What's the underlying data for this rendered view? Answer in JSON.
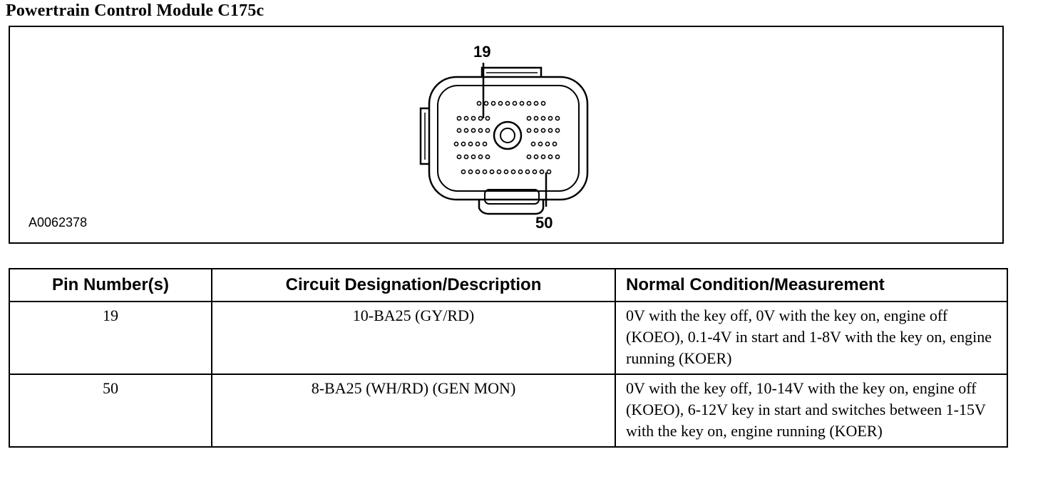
{
  "title": "Powertrain Control Module C175c",
  "diagram": {
    "figure_id": "A0062378",
    "callout_top": "19",
    "callout_bottom": "50"
  },
  "table": {
    "headers": [
      "Pin Number(s)",
      "Circuit Designation/Description",
      "Normal Condition/Measurement"
    ],
    "rows": [
      {
        "pin": "19",
        "circuit": "10-BA25 (GY/RD)",
        "measurement": "0V with the key off, 0V with the key on, engine off (KOEO), 0.1-4V in start and 1-8V with the key on, engine running (KOER)"
      },
      {
        "pin": "50",
        "circuit": "8-BA25 (WH/RD) (GEN MON)",
        "measurement": "0V with the key off, 10-14V with the key on, engine off (KOEO), 6-12V key in start and switches between 1-15V with the key on, engine running (KOER)"
      }
    ]
  }
}
